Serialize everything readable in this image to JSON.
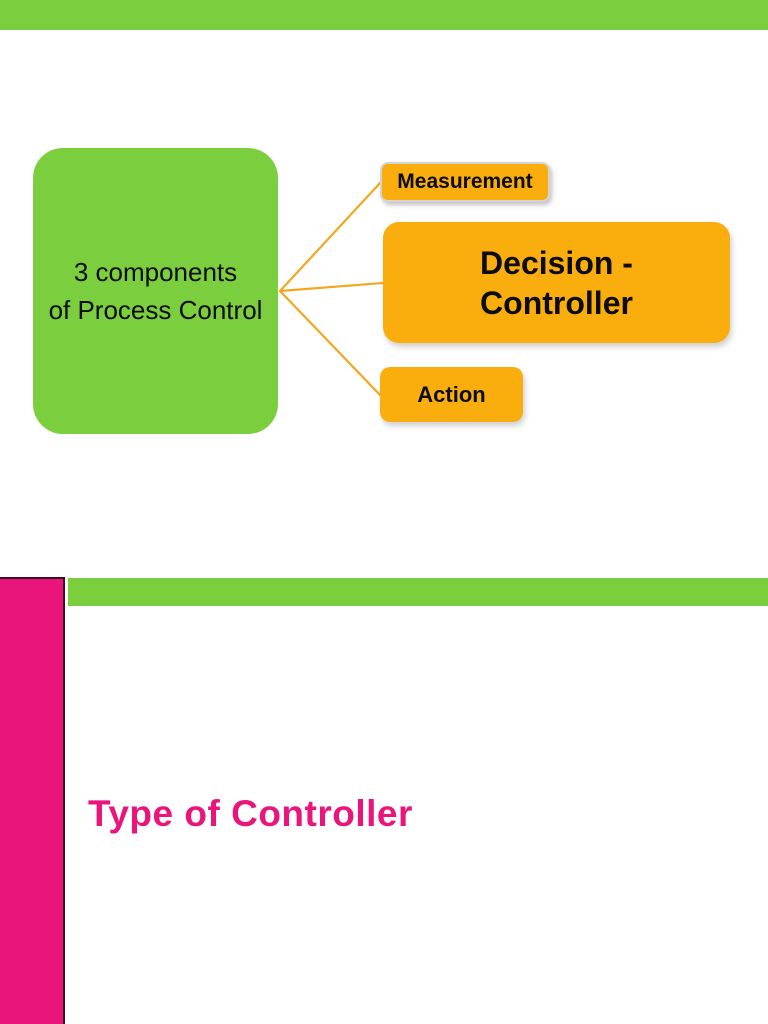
{
  "colors": {
    "slide_green": "#7bce3d",
    "box_orange": "#f9ae0e",
    "connector_orange": "#f2a71f",
    "bar_pink": "#e9157b",
    "bar_border_dark": "#3d0b28",
    "title_pink": "#e9157b",
    "text_black": "#0c0c0c"
  },
  "slide1": {
    "source_box": {
      "line1": "3 components",
      "line2": "of Process Control"
    },
    "components": [
      {
        "label": "Measurement"
      },
      {
        "label_line1": "Decision -",
        "label_line2": "Controller"
      },
      {
        "label": "Action"
      }
    ]
  },
  "slide2": {
    "title": "Type of Controller"
  }
}
